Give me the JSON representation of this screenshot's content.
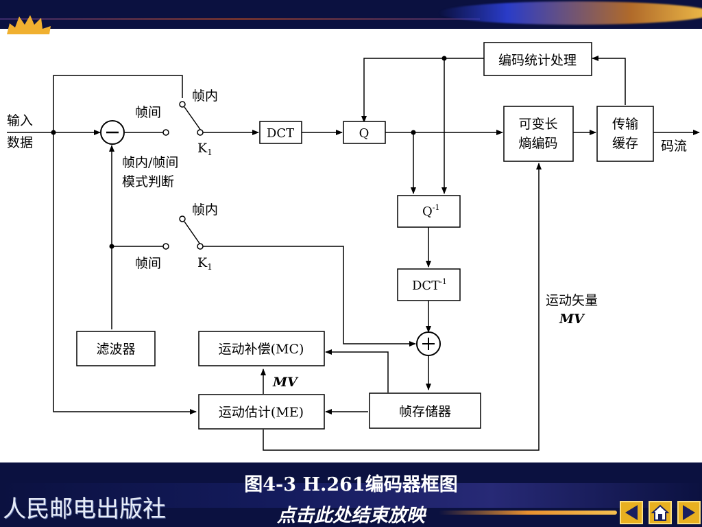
{
  "labels": {
    "input_line1": "输入",
    "input_line2": "数据",
    "interframe": "帧间",
    "intraframe": "帧内",
    "k1": "K",
    "k1_sub": "1",
    "mode_line1": "帧内/帧间",
    "mode_line2": "模式判断",
    "interframe2": "帧间",
    "intraframe2": "帧内",
    "k1b": "K",
    "k1b_sub": "1",
    "dct": "DCT",
    "q": "Q",
    "iq": "Q",
    "iq_sup": "-1",
    "idct": "DCT",
    "idct_sup": "-1",
    "vlc_line1": "可变长",
    "vlc_line2": "熵编码",
    "buffer_line1": "传输",
    "buffer_line2": "缓存",
    "bitstream": "码流",
    "stats": "编码统计处理",
    "mv_label_line1": "运动矢量",
    "mv_label_line2": "MV",
    "filter": "滤波器",
    "mc": "运动补偿(MC)",
    "me": "运动估计(ME)",
    "mv_small": "MV",
    "frame_store": "帧存储器",
    "minus": "−",
    "plus": "+"
  },
  "footer": {
    "caption": "图4-3  H.261编码器框图",
    "end_show": "点击此处结束放映",
    "publisher": "人民邮电出版社"
  },
  "colors": {
    "dark_navy": "#0b1140",
    "nav_gold": "#e8b020"
  },
  "icons": [
    "prev-arrow-icon",
    "home-icon",
    "next-arrow-icon"
  ]
}
